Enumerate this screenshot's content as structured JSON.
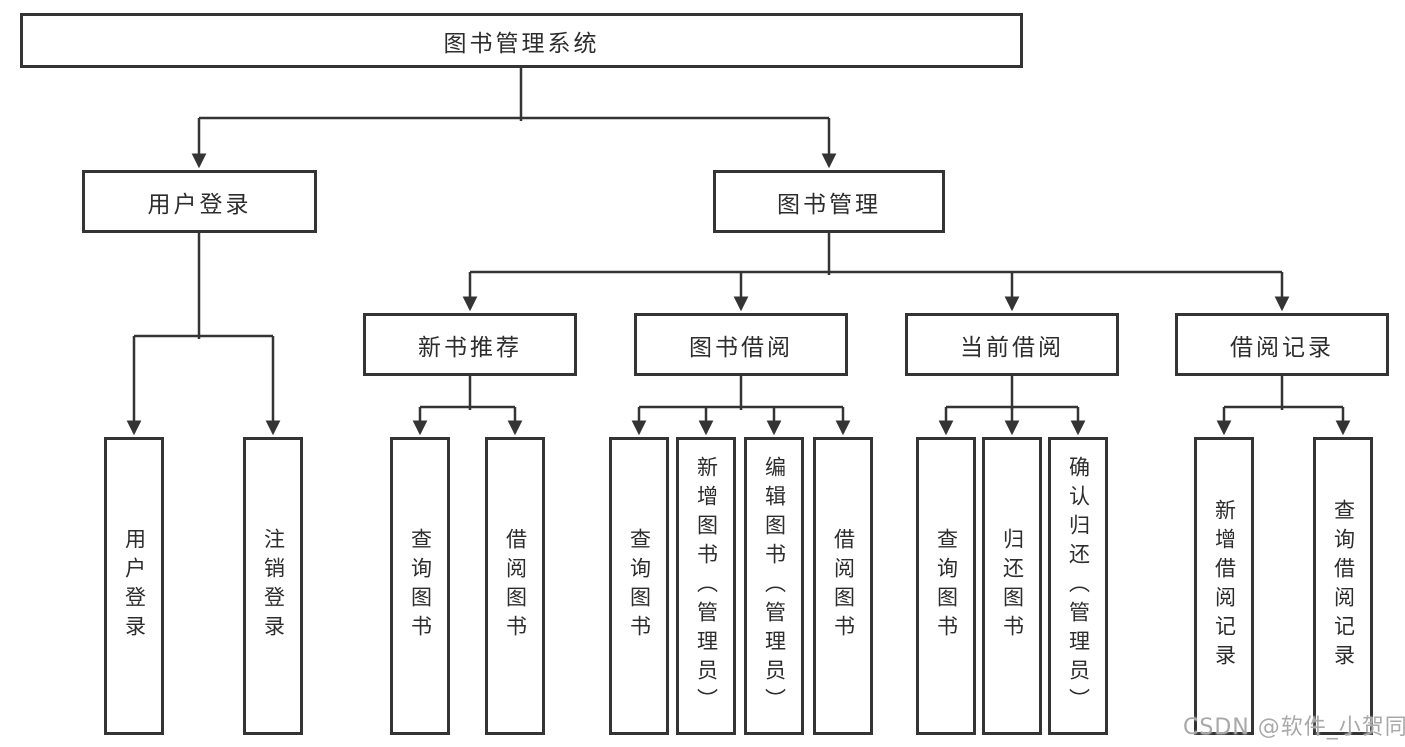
{
  "tree": {
    "root": {
      "label": "图书管理系统"
    },
    "level2": [
      {
        "label": "用户登录"
      },
      {
        "label": "图书管理"
      }
    ],
    "level3": [
      {
        "label": "新书推荐"
      },
      {
        "label": "图书借阅"
      },
      {
        "label": "当前借阅"
      },
      {
        "label": "借阅记录"
      }
    ],
    "leaves": {
      "user_login": [
        {
          "label": "用户登录"
        },
        {
          "label": "注销登录"
        }
      ],
      "new_book_recommend": [
        {
          "label": "查询图书"
        },
        {
          "label": "借阅图书"
        }
      ],
      "book_borrow": [
        {
          "label": "查询图书"
        },
        {
          "label": "新增图书（管理员）"
        },
        {
          "label": "编辑图书（管理员）"
        },
        {
          "label": "借阅图书"
        }
      ],
      "current_borrow": [
        {
          "label": "查询图书"
        },
        {
          "label": "归还图书"
        },
        {
          "label": "确认归还（管理员）"
        }
      ],
      "borrow_records": [
        {
          "label": "新增借阅记录"
        },
        {
          "label": "查询借阅记录"
        }
      ]
    }
  },
  "watermark": {
    "text": "CSDN @软件_小贺同学"
  },
  "colors": {
    "line": "#343434",
    "box_border": "#343434",
    "text": "#2d2d2d",
    "background": "#ffffff",
    "watermark": "#a9a9a9"
  }
}
